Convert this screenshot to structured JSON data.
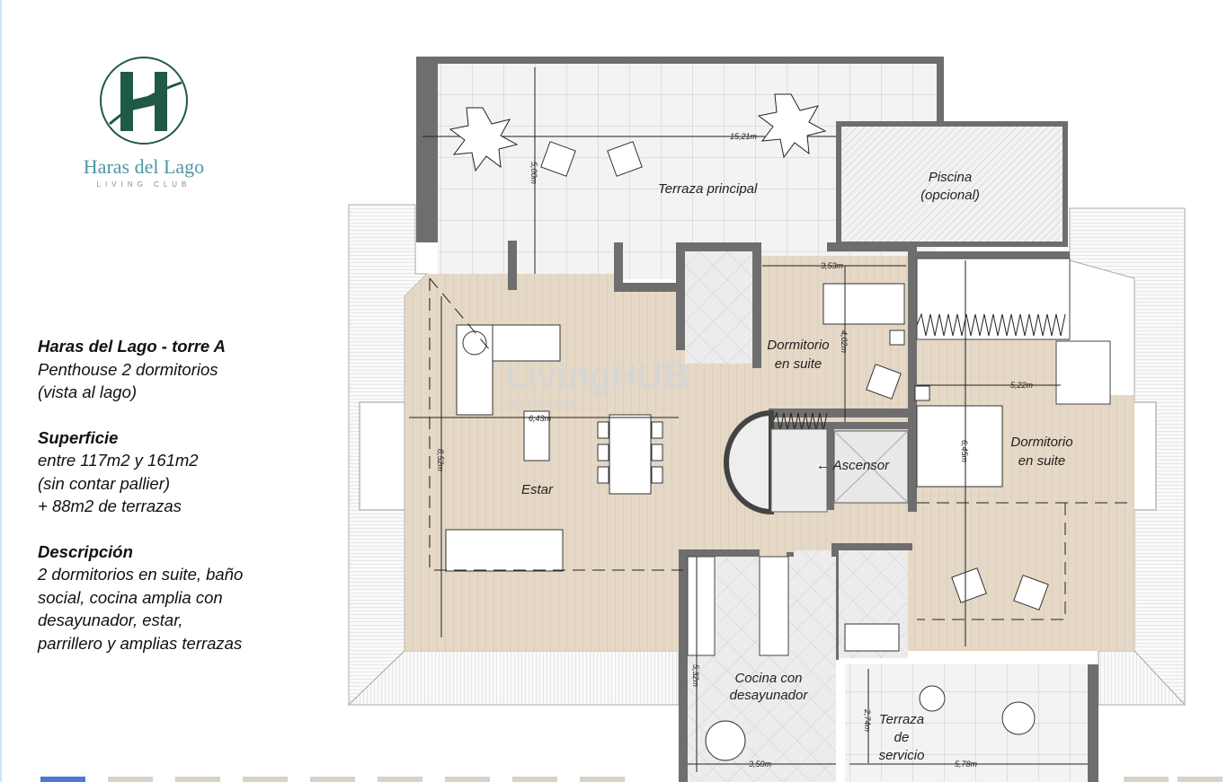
{
  "logo": {
    "letter": "H",
    "name": "Haras del Lago",
    "subtitle": "LIVING CLUB"
  },
  "info": {
    "title": "Haras del Lago - torre A",
    "lines1": [
      "Penthouse 2 dormitorios",
      "(vista al lago)"
    ],
    "surface_heading": "Superficie",
    "surface_lines": [
      "entre 117m2 y 161m2",
      "(sin contar pallier)",
      "+ 88m2 de terrazas"
    ],
    "desc_heading": "Descripción",
    "desc_lines": [
      "2 dormitorios en suite, baño",
      "social, cocina amplia con",
      "desayunador,  estar,",
      "parrillero y amplias terrazas"
    ]
  },
  "plan": {
    "rooms": {
      "terraza_principal": "Terraza principal",
      "piscina": [
        "Piscina",
        "(opcional)"
      ],
      "dormitorio1": [
        "Dormitorio",
        "en suite"
      ],
      "dormitorio2": [
        "Dormitorio",
        "en suite"
      ],
      "estar": "Estar",
      "ascensor": "← Ascensor",
      "cocina": [
        "Cocina con",
        "desayunador"
      ],
      "terraza_servicio": [
        "Terraza",
        "de",
        "servicio"
      ]
    },
    "dimensions": {
      "terraza_width": "15,21m",
      "terraza_depth": "5,00m",
      "dorm1_width": "3,53m",
      "dorm1_depth": "4,02m",
      "dorm2_width": "5,22m",
      "dorm2_depth": "6,45m",
      "estar_width": "6,43m",
      "estar_depth": "8,52m",
      "cocina_depth": "5,32m",
      "cocina_width": "3,50m",
      "servicio_width": "5,78m",
      "servicio_depth": "2,74m"
    },
    "watermark": {
      "main": "LivingHUB",
      "sub": "REAL ESTATE"
    }
  },
  "colors": {
    "logo_green": "#1f5a45",
    "logo_teal": "#4f97a3",
    "wall": "#6e6e6e",
    "wood": "#e5d8c6"
  }
}
